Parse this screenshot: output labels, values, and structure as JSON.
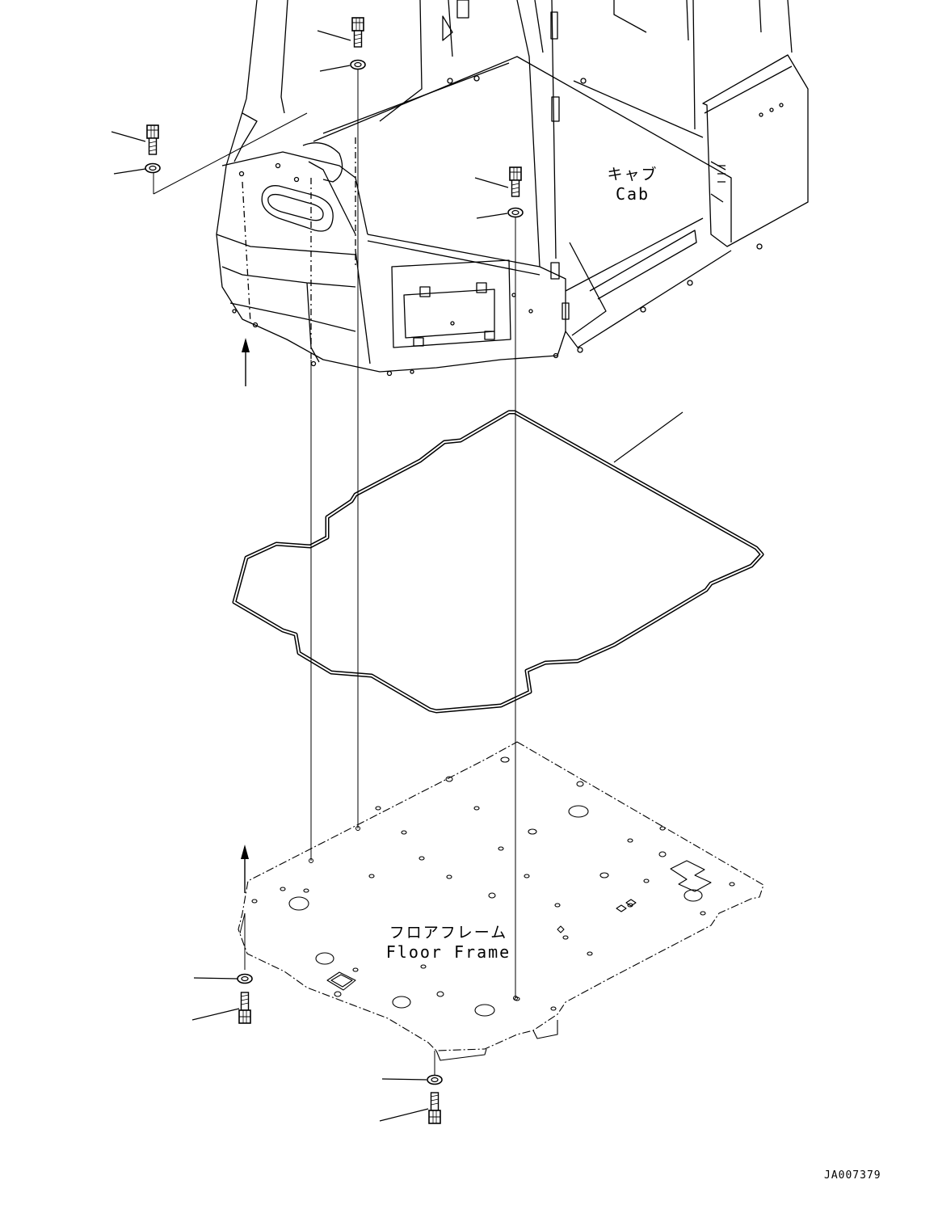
{
  "labels": {
    "cab_jp": "キャブ",
    "cab_en": "Cab",
    "floor_jp": "フロアフレーム",
    "floor_en": "Floor Frame",
    "drawing_code": "JA007379"
  },
  "parts": {
    "bolt_icon": "bolt-icon",
    "washer_icon": "washer-icon",
    "arrow_icon": "arrow-up-icon"
  }
}
